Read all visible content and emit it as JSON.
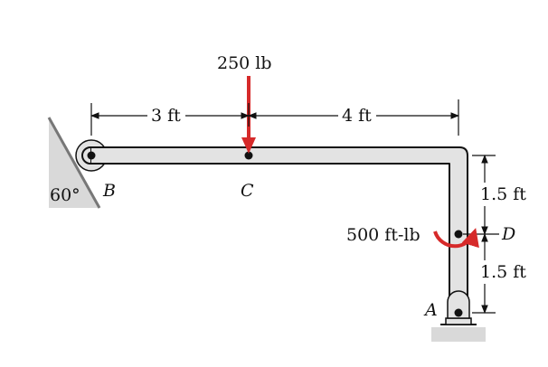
{
  "labels": {
    "force": "250 lb",
    "moment": "500 ft-lb",
    "angle": "60°",
    "point_a": "A",
    "point_b": "B",
    "point_c": "C",
    "point_d": "D"
  },
  "dimensions": {
    "bc": "3 ft",
    "c_corner": "4 ft",
    "corner_d": "1.5 ft",
    "d_a": "1.5 ft"
  },
  "colors": {
    "load": "#d62a2a",
    "member_fill": "#e3e3e3",
    "support": "#d9d9d9",
    "ink": "#111111"
  }
}
